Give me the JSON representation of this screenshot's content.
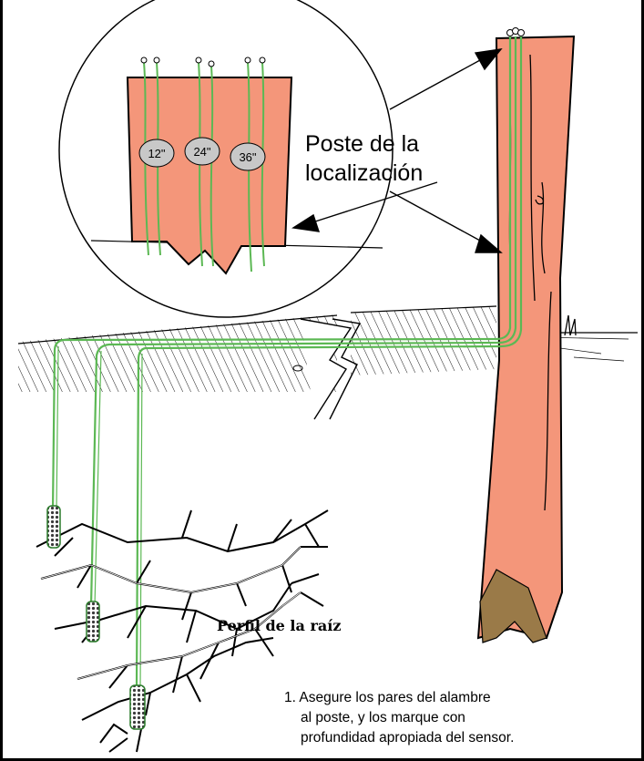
{
  "callout": {
    "line1": "Poste de la",
    "line2": "localización",
    "depths": [
      "12\"",
      "24\"",
      "36\""
    ]
  },
  "root_label": "Perfil de la raíz",
  "instructions": {
    "line1": "1. Asegure los pares del alambre",
    "line2": "al poste, y los marque con",
    "line3": "profundidad apropiada del sensor."
  },
  "colors": {
    "post": "#f4967a",
    "wire": "#5cb854",
    "post_base": "#9a7a48",
    "sensor": "#6a6a6a",
    "depth_tag": "#c8c8c8"
  }
}
